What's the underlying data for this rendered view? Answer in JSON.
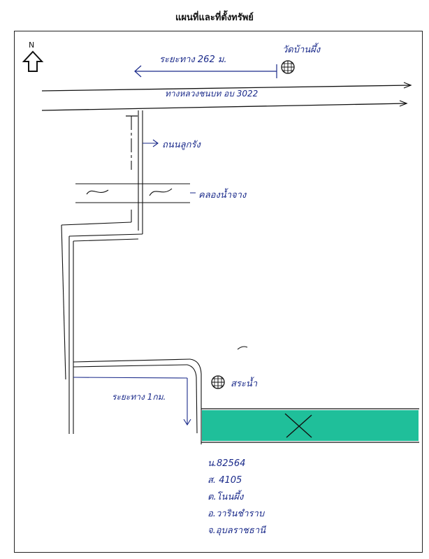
{
  "title": "แผนที่และที่ตั้งทรัพย์",
  "north_label": "N",
  "labels": {
    "distance_top": "ระยะทาง 262 ม.",
    "temple": "วัดบ้านผึ้ง",
    "highway": "ทางหลวงชนบท อบ 3022",
    "side_road": "ถนนลูกรัง",
    "canal": "คลองน้ำจาง",
    "pond": "สระน้ำ",
    "distance_bottom": "ระยะทาง 1กม."
  },
  "property_info": [
    "น.82564",
    "ส. 4105",
    "ต.โนนผึ้ง",
    "อ.วารินชำราบ",
    "จ.อุบลราชธานี"
  ],
  "colors": {
    "ink": "#1a2a8a",
    "plot_fill": "#1fbf9a"
  }
}
